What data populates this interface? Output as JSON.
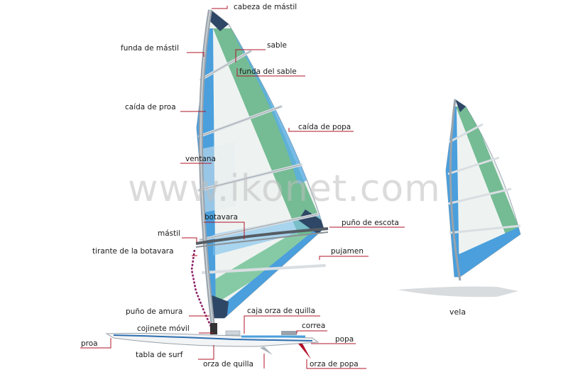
{
  "watermark": "www.ikonet.com",
  "caption": "vela",
  "labels": {
    "cabeza_mastil": "cabeza de mástil",
    "funda_mastil": "funda de mástil",
    "sable": "sable",
    "funda_sable": "funda del sable",
    "caida_proa": "caída de proa",
    "caida_popa": "caída de popa",
    "ventana": "ventana",
    "botavara": "botavara",
    "puno_escota": "puño de escota",
    "mastil": "mástil",
    "tirante_botavara": "tirante de la botavara",
    "pujamen": "pujamen",
    "puno_amura": "puño de amura",
    "caja_orza": "caja orza de quilla",
    "cojinete_movil": "cojinete móvil",
    "correa": "correa",
    "proa": "proa",
    "popa": "popa",
    "tabla_surf": "tabla de surf",
    "orza_quilla": "orza de quilla",
    "orza_popa": "orza de popa"
  },
  "colors": {
    "leader": "#b0142a",
    "sail_blue": "#4a9fdc",
    "sail_green": "#5fb184",
    "sail_white": "#eef3f1",
    "navy": "#2f4766",
    "mast": "#9aa3ab"
  }
}
